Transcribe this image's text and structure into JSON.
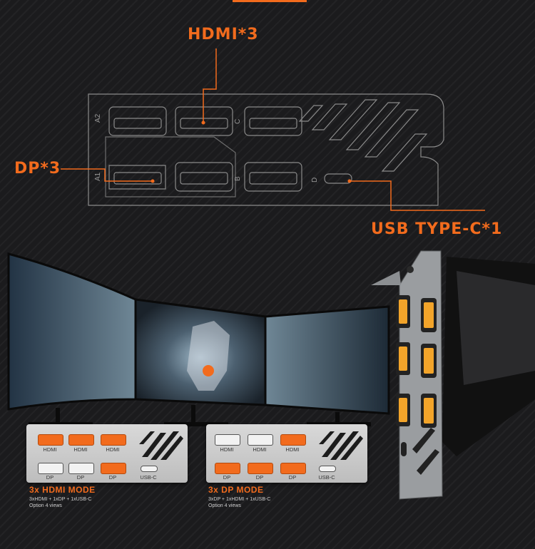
{
  "callouts": {
    "hdmi": "HDMI*3",
    "dp": "DP*3",
    "usbc": "USB TYPE-C*1"
  },
  "bracket_labels": {
    "a2": "A2",
    "a1": "A1",
    "c": "C",
    "b": "B",
    "d": "D"
  },
  "accent_color": "#f26b1d",
  "modes": [
    {
      "title": "3x HDMI MODE",
      "line1": "3xHDMI + 1xDP + 1xUSB-C",
      "line2": "Option 4 views",
      "row1": [
        "HDMI",
        "HDMI",
        "HDMI"
      ],
      "row1_active": [
        true,
        true,
        true
      ],
      "row2": [
        "DP",
        "DP",
        "DP",
        "USB-C"
      ],
      "row2_active": [
        false,
        false,
        true,
        false
      ]
    },
    {
      "title": "3x DP MODE",
      "line1": "3xDP + 1xHDMI + 1xUSB-C",
      "line2": "Option 4 views",
      "row1": [
        "HDMI",
        "HDMI",
        "HDMI"
      ],
      "row1_active": [
        false,
        false,
        true
      ],
      "row2": [
        "DP",
        "DP",
        "DP",
        "USB-C"
      ],
      "row2_active": [
        true,
        true,
        true,
        false
      ]
    }
  ]
}
